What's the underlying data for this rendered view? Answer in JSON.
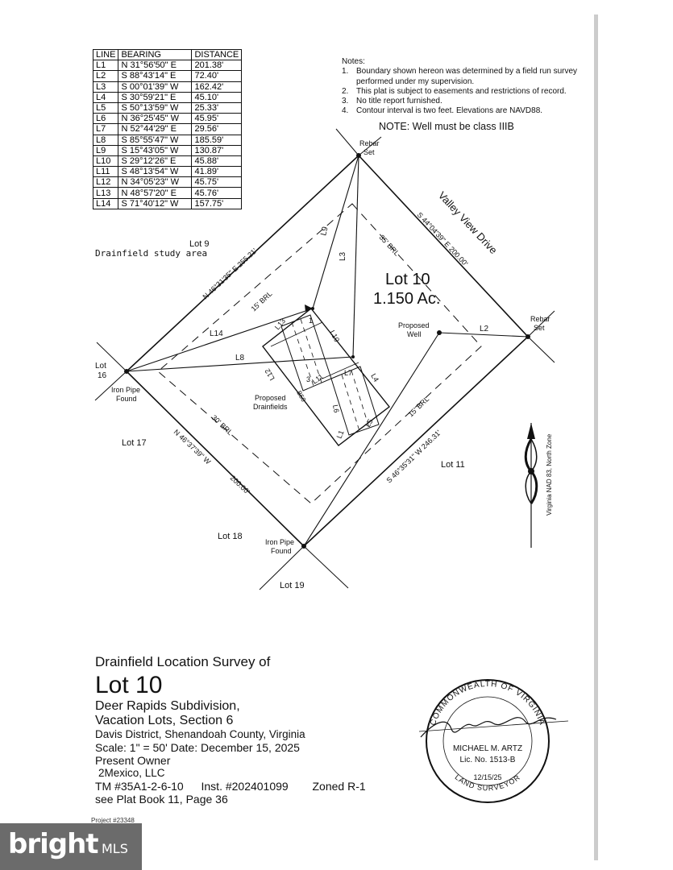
{
  "line_table": {
    "headers": [
      "LINE",
      "BEARING",
      "DISTANCE"
    ],
    "rows": [
      [
        "L1",
        "N 31°56'50\" E",
        "201.38'"
      ],
      [
        "L2",
        "S 88°43'14\" E",
        "72.40'"
      ],
      [
        "L3",
        "S 00°01'39\" W",
        "162.42'"
      ],
      [
        "L4",
        "S 30°59'21\" E",
        "45.10'"
      ],
      [
        "L5",
        "S 50°13'59\" W",
        "25.33'"
      ],
      [
        "L6",
        "N 36°25'45\" W",
        "45.95'"
      ],
      [
        "L7",
        "N 52°44'29\" E",
        "29.56'"
      ],
      [
        "L8",
        "S 85°55'47\" W",
        "185.59'"
      ],
      [
        "L9",
        "S 15°43'05\" W",
        "130.87'"
      ],
      [
        "L10",
        "S 29°12'26\" E",
        "45.88'"
      ],
      [
        "L11",
        "S 48°13'54\" W",
        "41.89'"
      ],
      [
        "L12",
        "N 34°05'23\" W",
        "45.75'"
      ],
      [
        "L13",
        "N 48°57'20\" E",
        "45.76'"
      ],
      [
        "L14",
        "S 71°40'12\" W",
        "157.75'"
      ]
    ]
  },
  "notes": {
    "heading": "Notes:",
    "items": [
      {
        "num": "1.",
        "text": "Boundary shown hereon was determined by a field run survey"
      },
      {
        "num": "",
        "text": "performed under my supervision."
      },
      {
        "num": "2.",
        "text": "This plat is subject to easements and restrictions of record."
      },
      {
        "num": "3.",
        "text": "No title report furnished."
      },
      {
        "num": "4.",
        "text": "Contour interval is two feet. Elevations are NAVD88."
      }
    ],
    "well_note": "NOTE: Well must be class IIIB"
  },
  "plat": {
    "lot_label": "Lot 10",
    "area": "1.150 Ac.",
    "street": "Valley View Drive",
    "rebar_top": [
      "Rebar",
      "Set"
    ],
    "rebar_right": [
      "Rebar",
      "Set"
    ],
    "iron_pipe_left": [
      "Iron Pipe",
      "Found"
    ],
    "iron_pipe_bottom": [
      "Iron Pipe",
      "Found"
    ],
    "proposed_well": [
      "Proposed",
      "Well"
    ],
    "proposed_drainfields": [
      "Proposed",
      "Drainfields"
    ],
    "drainfield_study": "Drainfield study area",
    "neighbors": {
      "lot9": "Lot 9",
      "lot16": [
        "Lot",
        "16"
      ],
      "lot17": "Lot 17",
      "lot18": "Lot 18",
      "lot19": "Lot 19",
      "lot11": "Lot 11"
    },
    "bearings": {
      "nw": "N 46°31'35\" E  255.21'",
      "ne": "S 44°04'39\" E  200.00'",
      "sw_bearing": "N 46°37'39\" W",
      "sw_dist": "200.00'",
      "se": "S 46°35'31\" W  246.31'"
    },
    "setbacks": {
      "brl_35": "35' BRL",
      "brl_15_top": "15' BRL",
      "brl_30": "30' BRL",
      "brl_15_bottom": "15' BRL"
    },
    "line_labels": [
      "L1",
      "L2",
      "L3",
      "L4",
      "L5",
      "L6",
      "L7",
      "L8",
      "L9",
      "L10",
      "L11",
      "L12",
      "L13",
      "L14"
    ],
    "misc_labels": [
      "B50",
      "1",
      "3"
    ],
    "north": "Virginia NAD 83, North Zone"
  },
  "title_block": {
    "line1": "Drainfield Location Survey of",
    "line2": "Lot 10",
    "line3": "Deer Rapids Subdivision,",
    "line4": "Vacation Lots, Section 6",
    "line5": "Davis District, Shenandoah County, Virginia",
    "line6": "Scale: 1\" = 50'  Date: December 15, 2025",
    "line7": "Present Owner",
    "line8": "2Mexico, LLC",
    "line9_tm": "TM #35A1-2-6-10",
    "line9_inst": "Inst. #202401099",
    "line9_zone": "Zoned R-1",
    "line10": "see Plat Book 11, Page 36",
    "project": "Project #23348"
  },
  "seal": {
    "ring_top": "COMMONWEALTH OF VIRGINIA",
    "ring_bottom": "LAND SURVEYOR",
    "name": "MICHAEL M. ARTZ",
    "license": "Lic. No. 1513-B",
    "date": "12/15/25",
    "signature": "Michael M. Artz"
  },
  "watermark": {
    "brand": "bright",
    "suffix": "MLS"
  }
}
